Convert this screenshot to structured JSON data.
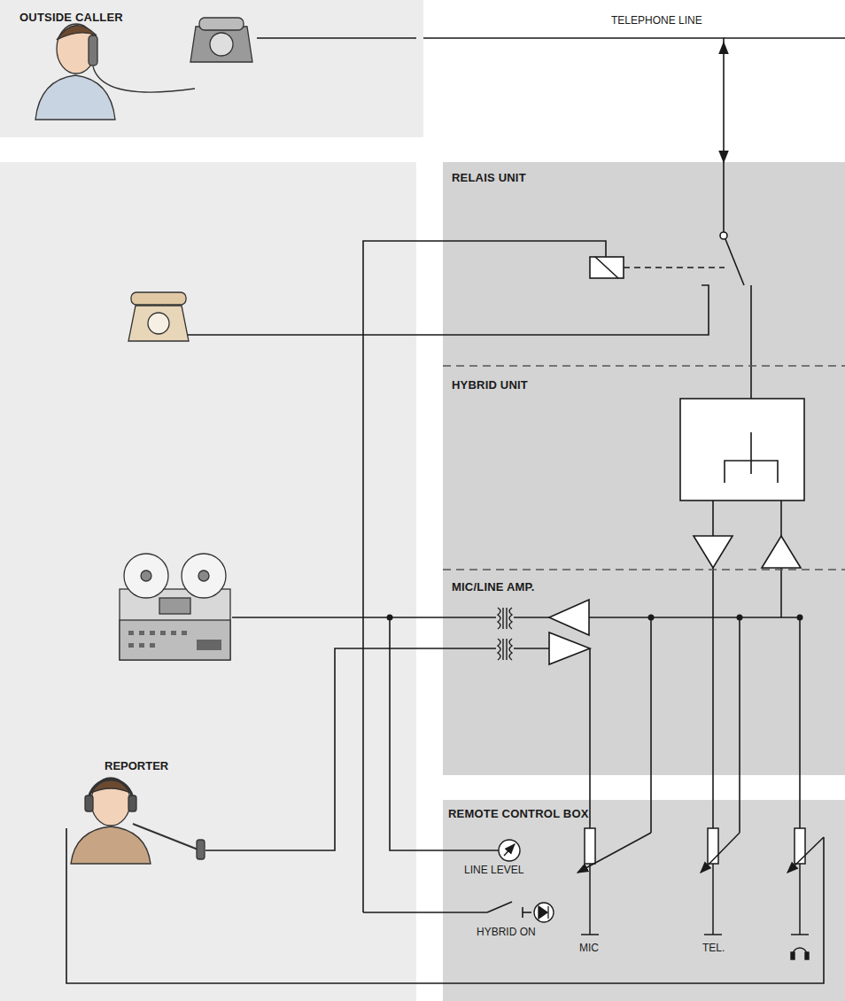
{
  "diagram": {
    "nodes": [
      {
        "text": [
          "OUTSIDE CALLER"
        ]
      },
      {
        "text": [
          "RELAIS UNIT"
        ]
      },
      {
        "text": [
          "HYBRID UNIT"
        ]
      },
      {
        "text": [
          "MIC/LINE AMP."
        ]
      },
      {
        "text": [
          "REMOTE CONTROL BOX"
        ]
      }
    ],
    "edges": [
      {
        "from": 0,
        "to": 1,
        "label": "TELEPHONE LINE",
        "arrow": "to"
      }
    ],
    "labels": [
      "REPORTER",
      "LINE LEVEL",
      "HYBRID ON",
      "MIC",
      "TEL."
    ]
  }
}
